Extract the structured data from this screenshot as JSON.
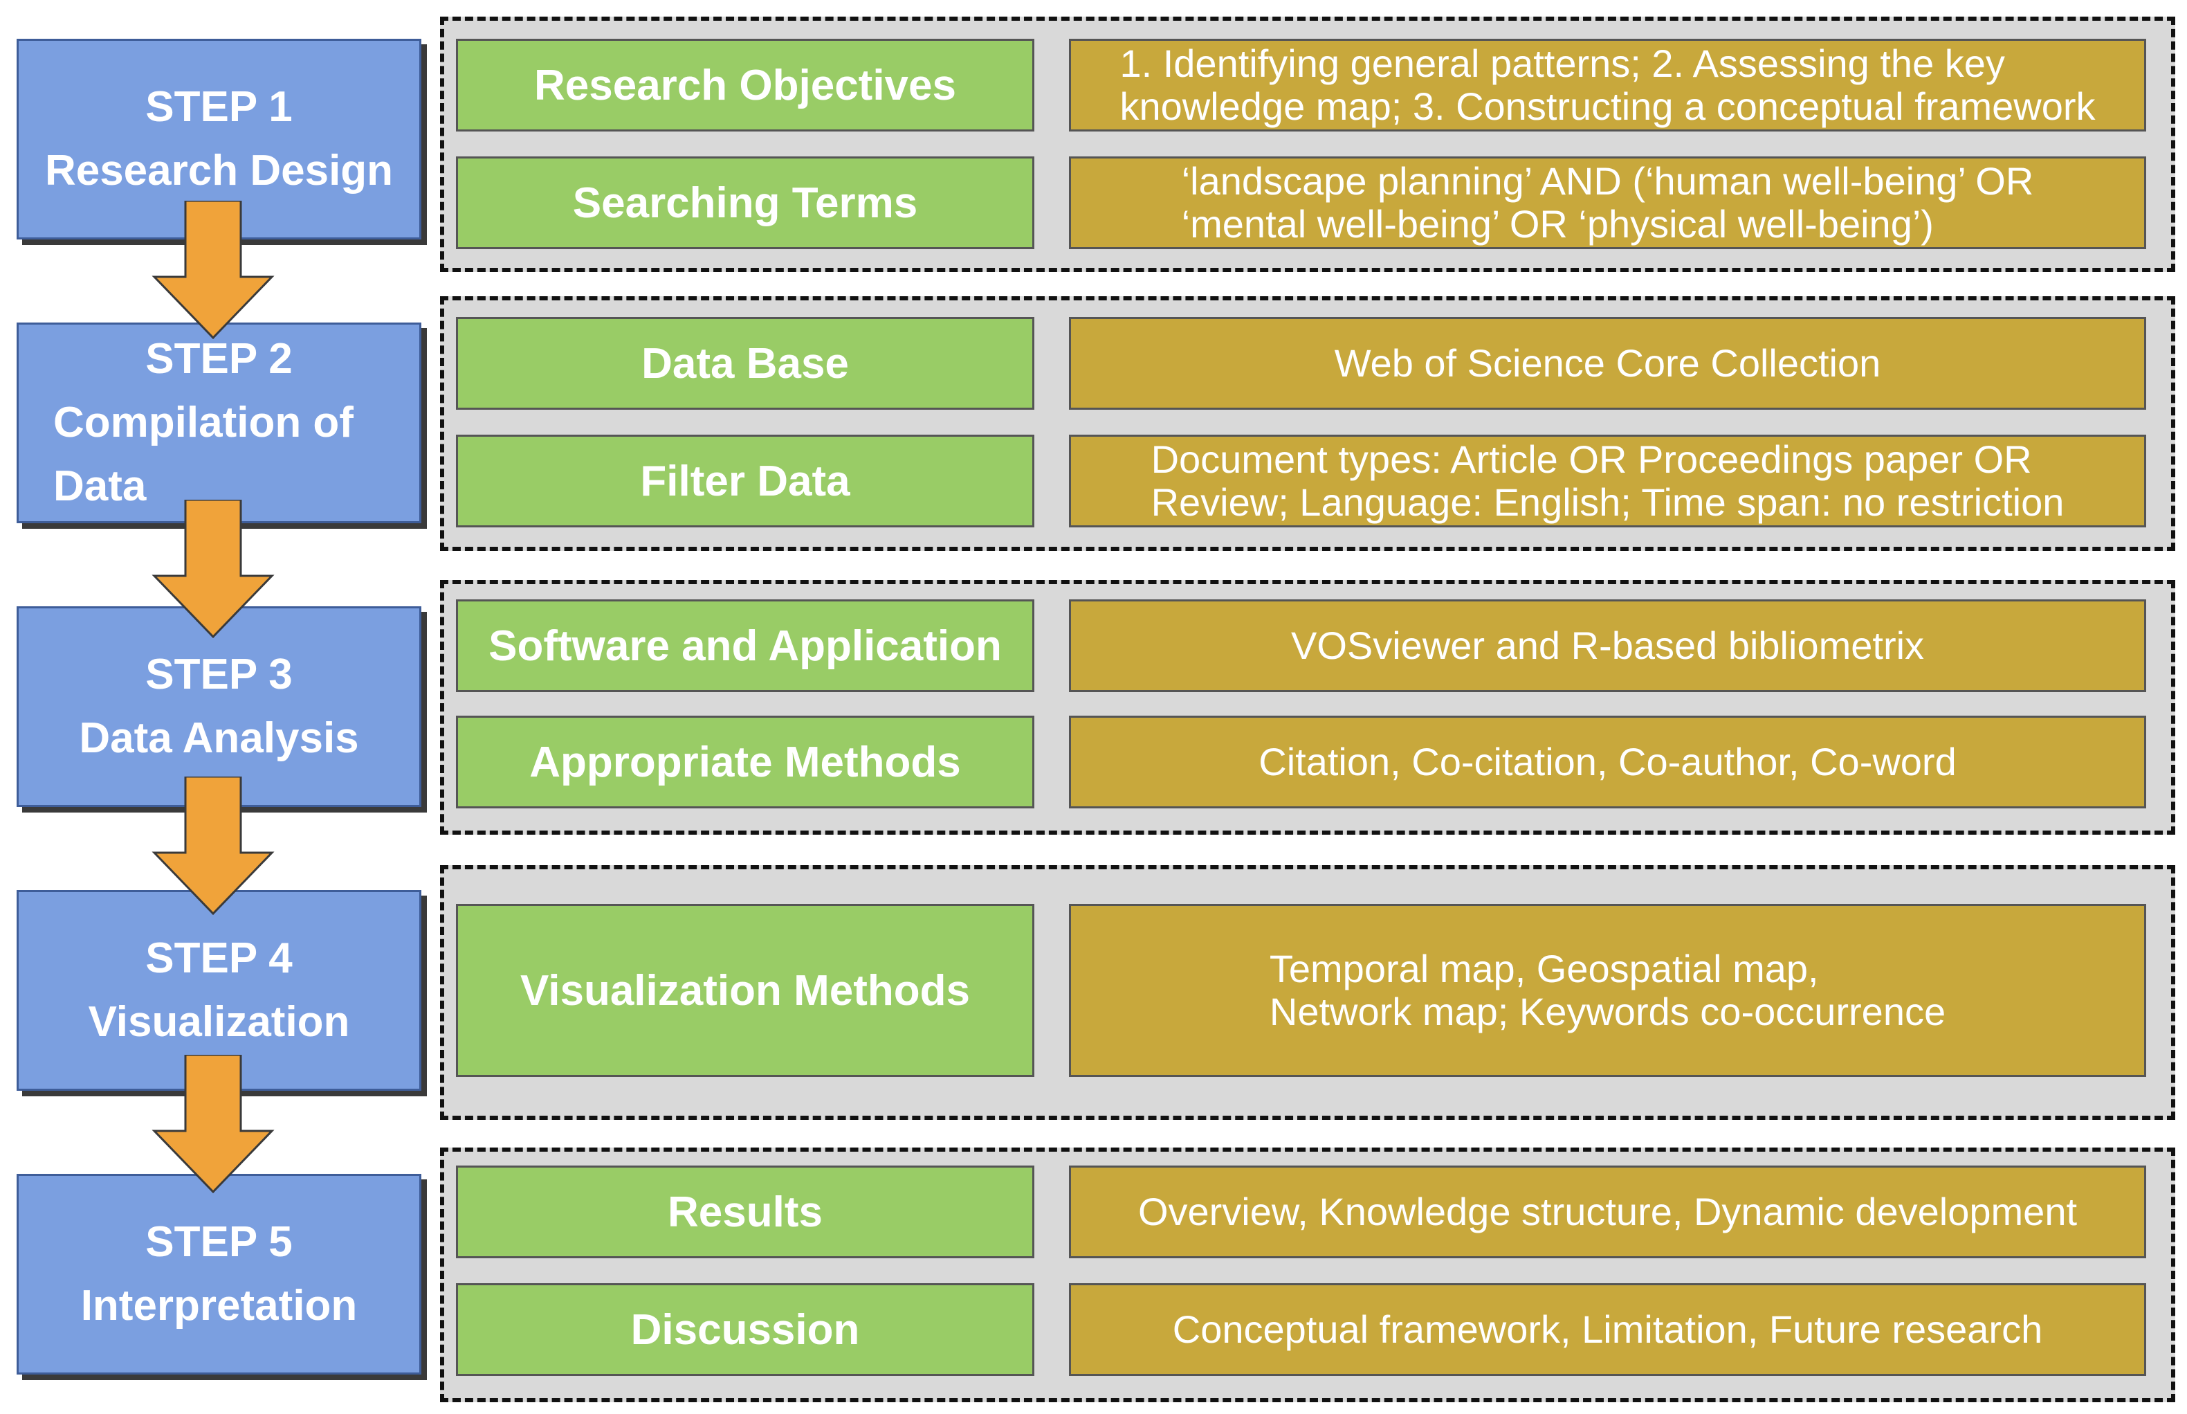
{
  "steps": [
    {
      "line1": "STEP 1",
      "line2": "Research Design",
      "line3": ""
    },
    {
      "line1": "STEP 2",
      "line2": "Compilation of",
      "line3": "Data"
    },
    {
      "line1": "STEP 3",
      "line2": "Data Analysis",
      "line3": ""
    },
    {
      "line1": "STEP 4",
      "line2": "Visualization",
      "line3": ""
    },
    {
      "line1": "STEP 5",
      "line2": "Interpretation",
      "line3": ""
    }
  ],
  "rows": [
    {
      "label": "Research Objectives",
      "detail": "1. Identifying general patterns; 2. Assessing the key\nknowledge map; 3. Constructing a conceptual framework"
    },
    {
      "label": "Searching Terms",
      "detail": "‘landscape planning’ AND (‘human well-being’ OR\n‘mental well-being’ OR ‘physical well-being’)"
    },
    {
      "label": "Data Base",
      "detail": "Web of Science Core Collection"
    },
    {
      "label": "Filter Data",
      "detail": "Document types: Article OR Proceedings paper OR\nReview; Language: English; Time span: no restriction"
    },
    {
      "label": "Software and Application",
      "detail": "VOSviewer and R-based bibliometrix"
    },
    {
      "label": "Appropriate Methods",
      "detail": "Citation, Co-citation, Co-author, Co-word"
    },
    {
      "label": "Visualization Methods",
      "detail": "Temporal map, Geospatial map,\nNetwork map; Keywords co-occurrence"
    },
    {
      "label": "Results",
      "detail": "Overview, Knowledge structure, Dynamic development"
    },
    {
      "label": "Discussion",
      "detail": "Conceptual framework, Limitation, Future research"
    }
  ],
  "colors": {
    "step": "#7b9fe0",
    "label_box": "#99cc66",
    "detail_box": "#c8a83c",
    "arrow": "#f0a33a"
  }
}
